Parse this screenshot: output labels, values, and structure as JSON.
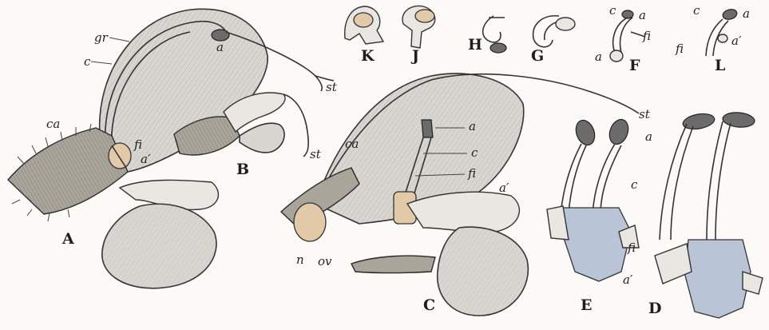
{
  "figures": {
    "A": {
      "caption": "A",
      "labels": {
        "gr": "gr",
        "c": "c",
        "a": "a",
        "ca": "ca",
        "fi": "fi",
        "a_prime": "a′"
      }
    },
    "B": {
      "caption": "B",
      "labels": {
        "st": "st"
      }
    },
    "C": {
      "caption": "C",
      "labels": {
        "st": "st",
        "a": "a",
        "c": "c",
        "fi": "fi",
        "a_prime": "a′",
        "ca": "ca",
        "n": "n",
        "ov": "ov"
      }
    },
    "D": {
      "caption": "D",
      "labels": {
        "a": "a",
        "c": "c",
        "fi": "fi",
        "a_prime": "a′"
      }
    },
    "E": {
      "caption": "E"
    },
    "F": {
      "caption": "F",
      "labels": {
        "c": "c",
        "a": "a",
        "fi": "fi",
        "a_low": "a"
      }
    },
    "G": {
      "caption": "G"
    },
    "H": {
      "caption": "H"
    },
    "J": {
      "caption": "J"
    },
    "K": {
      "caption": "K"
    },
    "L": {
      "caption": "L",
      "labels": {
        "c": "c",
        "a": "a",
        "fi": "fi",
        "a_prime": "a′"
      }
    },
    "A_st": {
      "labels": {
        "st": "st"
      }
    }
  }
}
